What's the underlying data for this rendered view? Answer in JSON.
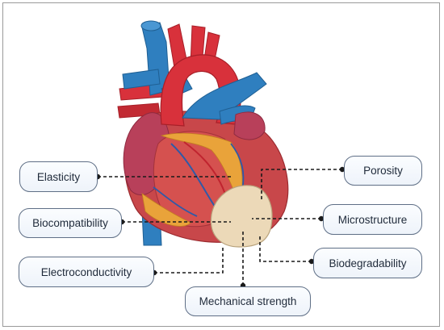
{
  "properties": {
    "elasticity": "Elasticity",
    "biocompatibility": "Biocompatibility",
    "electroconductivity": "Electroconductivity",
    "mechanical_strength": "Mechanical strength",
    "porosity": "Porosity",
    "microstructure": "Microstructure",
    "biodegradability": "Biodegradability"
  },
  "colors": {
    "aorta_red": "#d8313b",
    "vein_blue": "#2f7fbf",
    "myocardium": "#c8474a",
    "fat_yellow": "#e9a33a",
    "patch": "#ecd9b8",
    "connector": "#1a1a1a",
    "box_border": "#5f6f86"
  }
}
